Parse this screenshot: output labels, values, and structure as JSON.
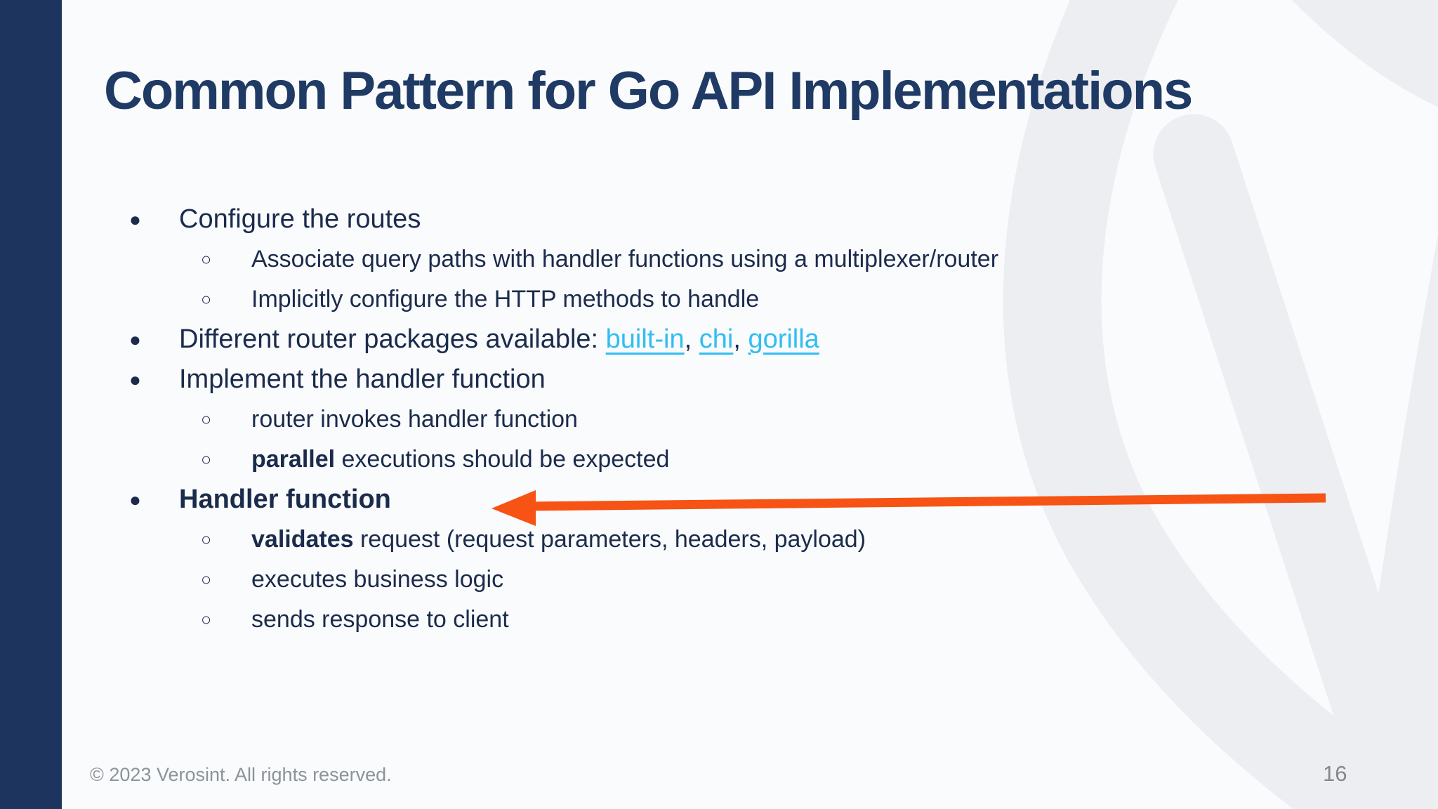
{
  "slide": {
    "title": "Common Pattern for Go API Implementations",
    "bullets": [
      {
        "level": 1,
        "text": "Configure the routes"
      },
      {
        "level": 2,
        "text": "Associate query paths with handler functions using a multiplexer/router"
      },
      {
        "level": 2,
        "text": "Implicitly configure the HTTP methods to handle"
      },
      {
        "level": 1,
        "prefix": "Different router packages available: ",
        "sep": ", ",
        "links": [
          {
            "label": "built-in"
          },
          {
            "label": "chi"
          },
          {
            "label": "gorilla"
          }
        ]
      },
      {
        "level": 1,
        "text": "Implement the handler function"
      },
      {
        "level": 2,
        "text": "router invokes handler function"
      },
      {
        "level": 2,
        "bold": "parallel",
        "text": " executions should be expected"
      },
      {
        "level": 1,
        "text": "Handler function",
        "emphasis": true
      },
      {
        "level": 2,
        "bold": "validates",
        "text": " request (request parameters, headers, payload)"
      },
      {
        "level": 2,
        "text": "executes business logic"
      },
      {
        "level": 2,
        "text": "sends response to client"
      }
    ],
    "annotation": {
      "type": "arrow",
      "points_to": "Handler function",
      "color": "#f65314"
    },
    "footer": {
      "copyright": "© 2023 Verosint. All rights reserved.",
      "page_number": "16"
    },
    "colors": {
      "accent_bar": "#1d355e",
      "title_text": "#1f3a64",
      "body_text": "#1b2b4c",
      "link": "#31bdf2",
      "arrow": "#f65314",
      "muted_text": "#8b939b",
      "watermark": "#eceef1",
      "background": "#fafbfc"
    }
  }
}
